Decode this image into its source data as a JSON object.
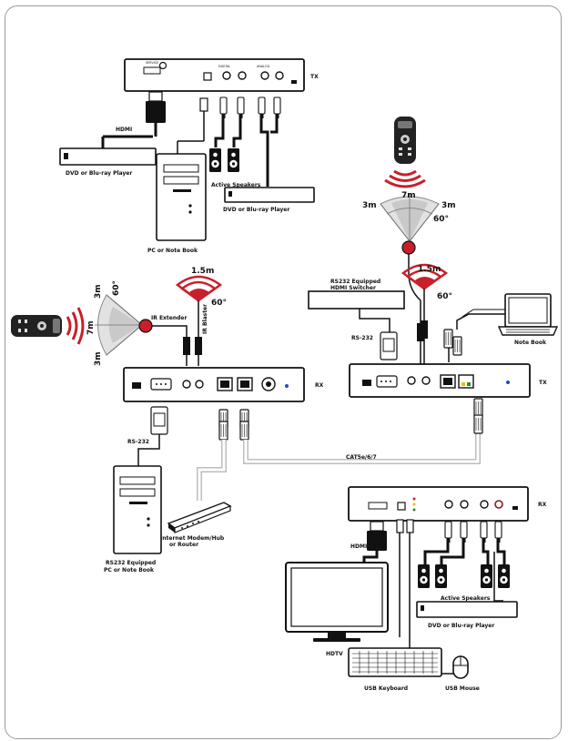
{
  "labels": {
    "tx_top": "TX",
    "hdmi_top": "HDMI",
    "dvd_top_left": "DVD or Blu-ray Player",
    "active_speakers_top": "Active Speakers",
    "dvd_top_right": "DVD or Blu-ray Player",
    "pc_notebook_top": "PC or Note Book",
    "ir_7m_top": "7m",
    "ir_3m_top_left": "3m",
    "ir_3m_top_right": "3m",
    "ir_60_top": "60°",
    "ir_blaster_1_5m_right": "1.5m",
    "ir_blaster_60_right": "60°",
    "rs232_switcher": "RS232 Equipped\nHDMI Switcher",
    "rs232_right": "RS-232",
    "notebook_right": "Note Book",
    "tx_right": "TX",
    "ir_blaster_1_5m_left": "1.5m",
    "ir_blaster_60_left": "60°",
    "ir_extender": "IR Extender",
    "ir_blaster": "IR Blaster",
    "ir_3m_left_top": "3m",
    "ir_60_left": "60°",
    "ir_7m_left": "7m",
    "ir_3m_left_bottom": "3m",
    "rx_left": "RX",
    "rs232_left": "RS-232",
    "cat_cable": "CAT5e/6/7",
    "modem": "Internet Modem/Hub\nor Router",
    "rs232_pc": "RS232 Equipped\nPC or Note Book",
    "rx_bottom": "RX",
    "hdmi_bottom": "HDMI",
    "active_speakers_bottom": "Active Speakers",
    "dvd_bottom": "DVD or Blu-ray Player",
    "hdtv": "HDTV",
    "usb_keyboard": "USB Keyboard",
    "usb_mouse": "USB Mouse"
  },
  "colors": {
    "ink": "#111111",
    "ir_red": "#c8202a",
    "ir_light_red": "#f2b3b3",
    "fan_gray": "#b8b8b8",
    "frame": "#9a9a9a"
  },
  "icons": [
    "remote-control-icon",
    "ir-sensor-icon",
    "speaker-icon",
    "monitor-icon",
    "keyboard-icon",
    "mouse-icon",
    "laptop-icon",
    "tower-pc-icon",
    "router-icon",
    "disc-player-icon"
  ]
}
